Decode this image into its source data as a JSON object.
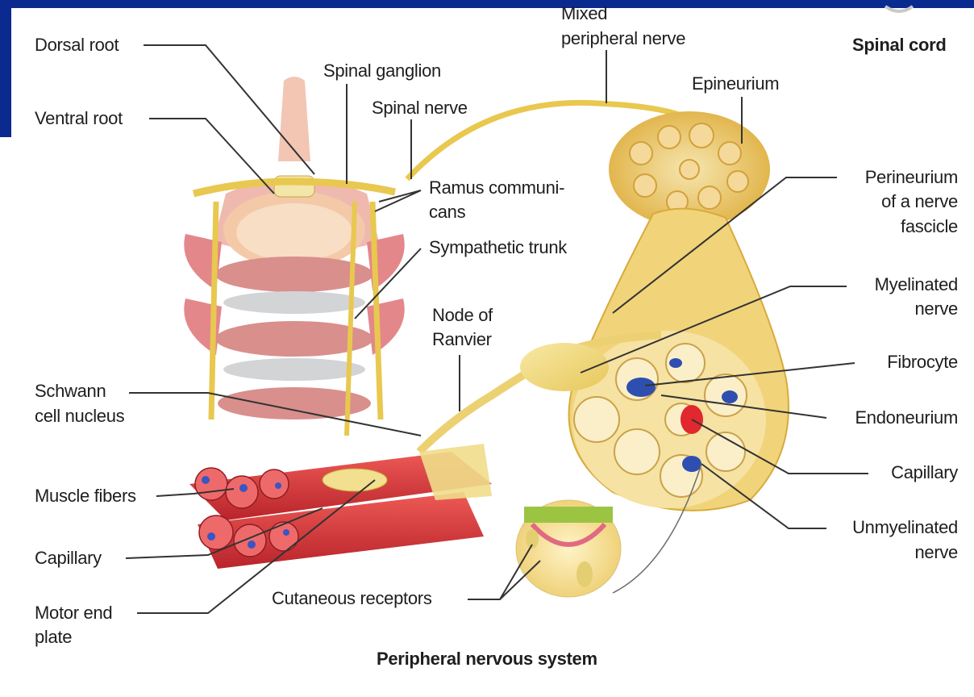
{
  "labels": {
    "dorsal_root": "Dorsal root",
    "ventral_root": "Ventral root",
    "spinal_ganglion": "Spinal ganglion",
    "spinal_nerve": "Spinal nerve",
    "mixed_nerve_1": "Mixed",
    "mixed_nerve_2": "peripheral nerve",
    "spinal_cord": "Spinal cord",
    "epineurium": "Epineurium",
    "perineurium_1": "Perineurium",
    "perineurium_2": "of a nerve",
    "perineurium_3": "fascicle",
    "ramus_1": "Ramus communi-",
    "ramus_2": "cans",
    "sympathetic_trunk": "Sympathetic trunk",
    "myelinated_1": "Myelinated",
    "myelinated_2": "nerve",
    "node_1": "Node of",
    "node_2": "Ranvier",
    "fibrocyte": "Fibrocyte",
    "schwann_1": "Schwann",
    "schwann_2": "cell nucleus",
    "endoneurium": "Endoneurium",
    "muscle_fibers": "Muscle fibers",
    "capillary_right": "Capillary",
    "capillary_left": "Capillary",
    "unmyelinated_1": "Unmyelinated",
    "unmyelinated_2": "nerve",
    "cutaneous_receptors": "Cutaneous receptors",
    "motor_1": "Motor end",
    "motor_2": "plate",
    "caption": "Peripheral nervous system"
  },
  "colors": {
    "frame_bar": "#0a2a8f",
    "nerve_yellow": "#f1d76a",
    "muscle_red": "#d9363a",
    "vertebra_pink": "#e9a5a8"
  }
}
